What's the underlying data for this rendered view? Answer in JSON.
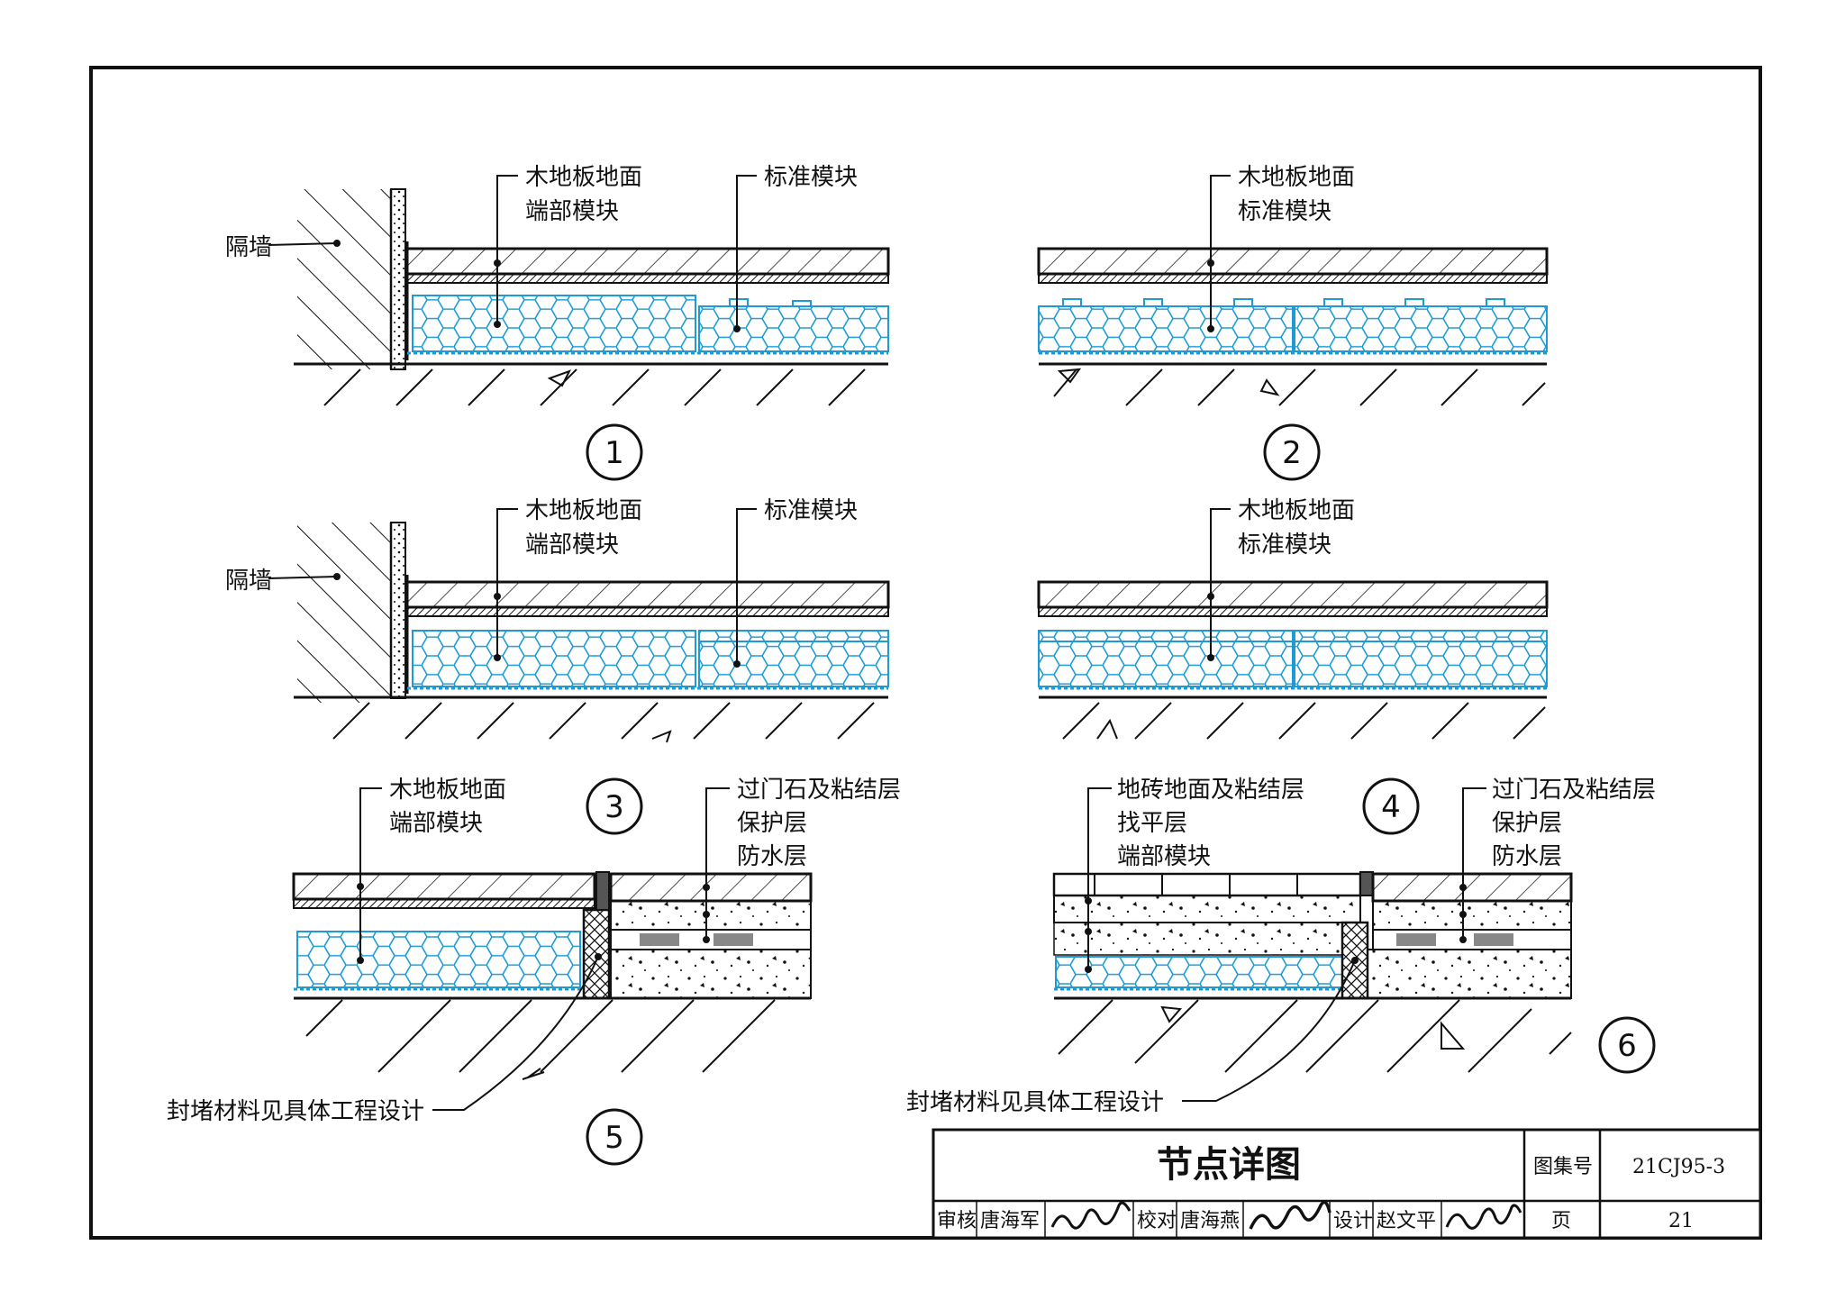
{
  "details": [
    {
      "number": "1",
      "labels": {
        "wood_floor": "木地板地面",
        "end_module": "端部模块",
        "standard_module": "标准模块",
        "partition_wall": "隔墙"
      }
    },
    {
      "number": "2",
      "labels": {
        "wood_floor": "木地板地面",
        "standard_module": "标准模块"
      }
    },
    {
      "number": "3",
      "labels": {
        "wood_floor": "木地板地面",
        "end_module": "端部模块",
        "standard_module": "标准模块",
        "partition_wall": "隔墙"
      }
    },
    {
      "number": "4",
      "labels": {
        "wood_floor": "木地板地面",
        "standard_module": "标准模块"
      }
    },
    {
      "number": "5",
      "labels": {
        "wood_floor": "木地板地面",
        "end_module": "端部模块",
        "threshold": "过门石及粘结层",
        "protective": "保护层",
        "waterproof": "防水层",
        "sealing": "封堵材料见具体工程设计"
      }
    },
    {
      "number": "6",
      "labels": {
        "tile_floor": "地砖地面及粘结层",
        "leveling": "找平层",
        "end_module": "端部模块",
        "threshold": "过门石及粘结层",
        "protective": "保护层",
        "waterproof": "防水层",
        "sealing": "封堵材料见具体工程设计"
      }
    }
  ],
  "title_block": {
    "title": "节点详图",
    "atlas_label": "图集号",
    "atlas_no": "21CJ95-3",
    "page_label": "页",
    "page_no": "21",
    "review_label": "审核",
    "reviewer": "唐海军",
    "check_label": "校对",
    "checker": "唐海燕",
    "design_label": "设计",
    "designer": "赵文平",
    "sig_reviewer": "唐海军",
    "sig_checker": "唐海燕",
    "sig_designer": "赵文平"
  },
  "colors": {
    "line": "#111111",
    "module": "#1e9ad6"
  }
}
